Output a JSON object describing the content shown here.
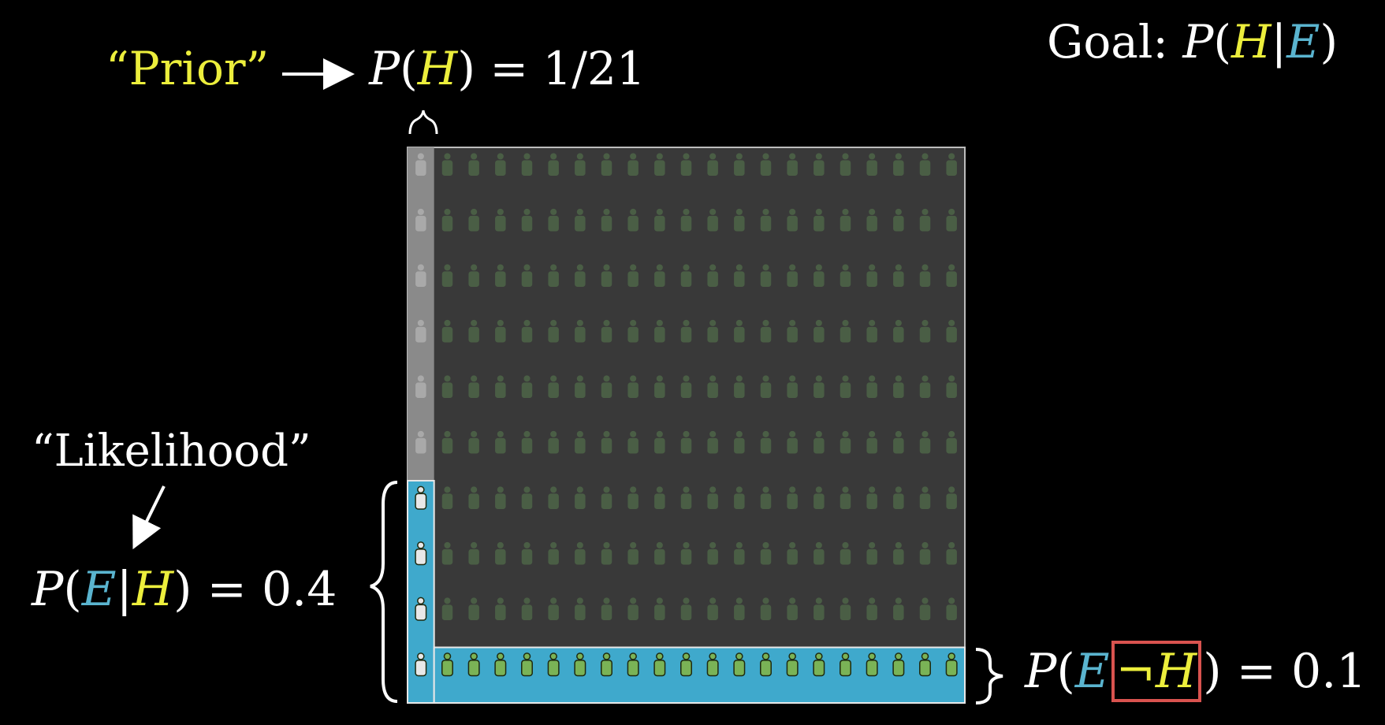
{
  "labels": {
    "prior_quote": "“Prior”",
    "prior_formula": {
      "p": "P",
      "open": "(",
      "h": "H",
      "close": ")",
      "equals": " = 1/21"
    },
    "goal_prefix": "Goal: ",
    "goal_formula": {
      "p": "P",
      "open": "(",
      "h": "H",
      "bar": "|",
      "e": "E",
      "close": ")"
    },
    "likelihood_quote": "“Likelihood”",
    "likelihood_formula": {
      "p": "P",
      "open": "(",
      "e": "E",
      "bar": "|",
      "h": "H",
      "close": ")",
      "equals": " = 0.4"
    },
    "not_h_formula": {
      "p": "P",
      "open": "(",
      "e": "E",
      "neg": "¬",
      "h": "H",
      "close": ")",
      "equals": " = 0.1"
    }
  },
  "grid": {
    "columns": 21,
    "rows": 10,
    "hypothesis_columns": 1,
    "p_e_given_h": 0.4,
    "p_e_given_not_h": 0.1
  },
  "colors": {
    "hypothesis_column": "#8a8a8a",
    "evidence_band": "#3fa9cc",
    "person_dim": "#4a5e45",
    "person_bright": "#7ab356",
    "person_h_dim": "#a9a9a9",
    "person_h_bright": "#e8e8e8",
    "background": "#000000",
    "grid_bg": "#393939",
    "highlight": "#d9534f"
  }
}
